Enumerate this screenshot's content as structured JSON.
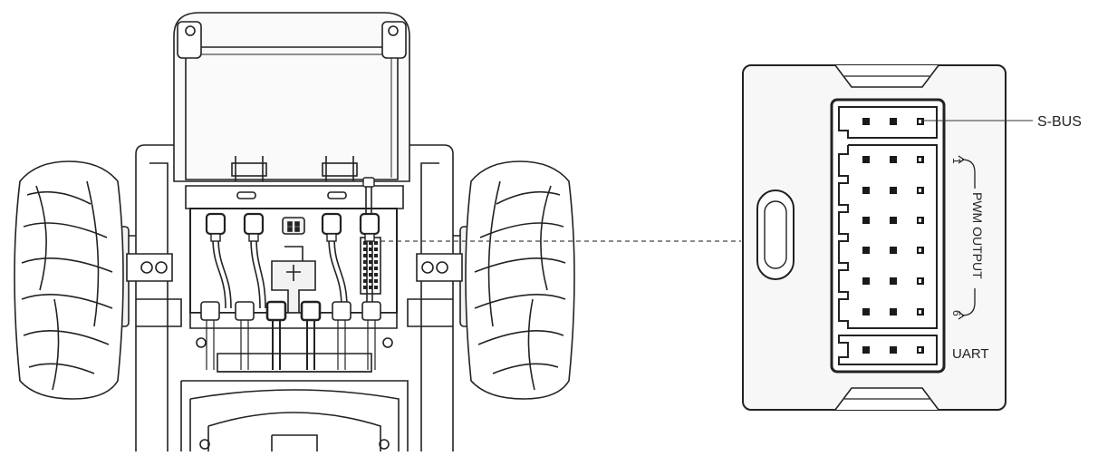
{
  "labels": {
    "sbus": "S-BUS",
    "pwm_output": "PWM OUTPUT",
    "uart": "UART",
    "pwm_range_start": "1",
    "pwm_range_end": "6"
  },
  "colors": {
    "line": "#222222",
    "fill_light": "#ffffff",
    "fill_panel": "#f7f7f7",
    "fill_grey": "#d9d9d9",
    "pin": "#1a1a1a"
  },
  "icons": [
    "robot-chassis-illustration",
    "mecanum-wheel-icon",
    "servo-cable-icon",
    "connector-pin-icon"
  ]
}
